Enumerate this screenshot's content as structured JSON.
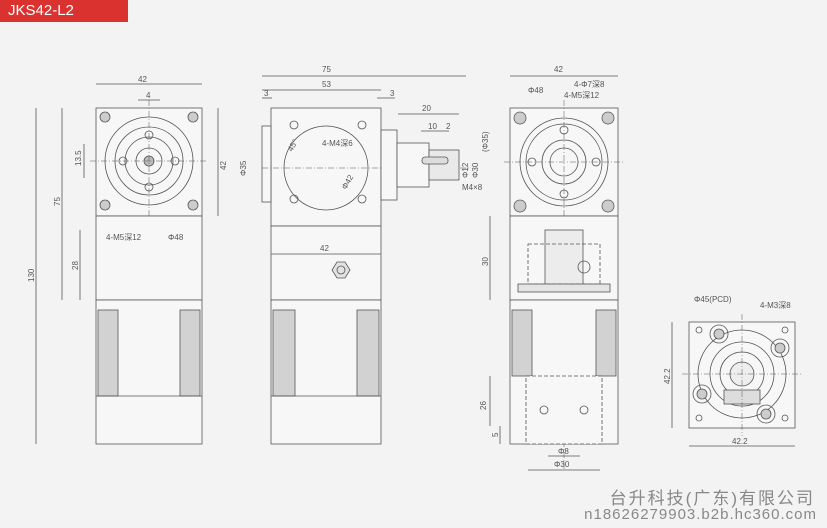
{
  "model": "JKS42-L2",
  "company": "台升科技(广东)有限公司",
  "watermark": "n18626279903.b2b.hc360.com",
  "colors": {
    "tag": "#d9322f",
    "line": "#555555",
    "face": "#f7f7f7",
    "grey": "#d2d2d2"
  },
  "dims": {
    "v1_top_42": "42",
    "v1_4": "4",
    "v1_13_5": "13.5",
    "v1_42_right": "42",
    "v1_75": "75",
    "v1_130": "130",
    "v1_28": "28",
    "v1_m5": "4-M5深12",
    "v1_phi48": "Φ48",
    "v2_75": "75",
    "v2_53": "53",
    "v2_3a": "3",
    "v2_3b": "3",
    "v2_20": "20",
    "v2_10": "10",
    "v2_2": "2",
    "v2_45deg": "45°",
    "v2_m4": "4-M4深6",
    "v2_phi42": "Φ42",
    "v2_phi35": "Φ35",
    "v2_phi12": "Φ12",
    "v2_phi30": "Φ30",
    "v2_phi35p": "(Φ35)",
    "v2_m4x8": "M4×8",
    "v2_42": "42",
    "v3_42": "42",
    "v3_phi7": "4-Φ7深8",
    "v3_m5": "4-M5深12",
    "v3_phi48": "Φ48",
    "v3_30": "30",
    "v3_26": "26",
    "v3_5": "5",
    "v3_phi8": "Φ8",
    "v3_phi30": "Φ30",
    "v4_pcd": "Φ45(PCD)",
    "v4_m3": "4-M3深8",
    "v4_42_2_h": "42.2",
    "v4_42_2_v": "42.2"
  }
}
